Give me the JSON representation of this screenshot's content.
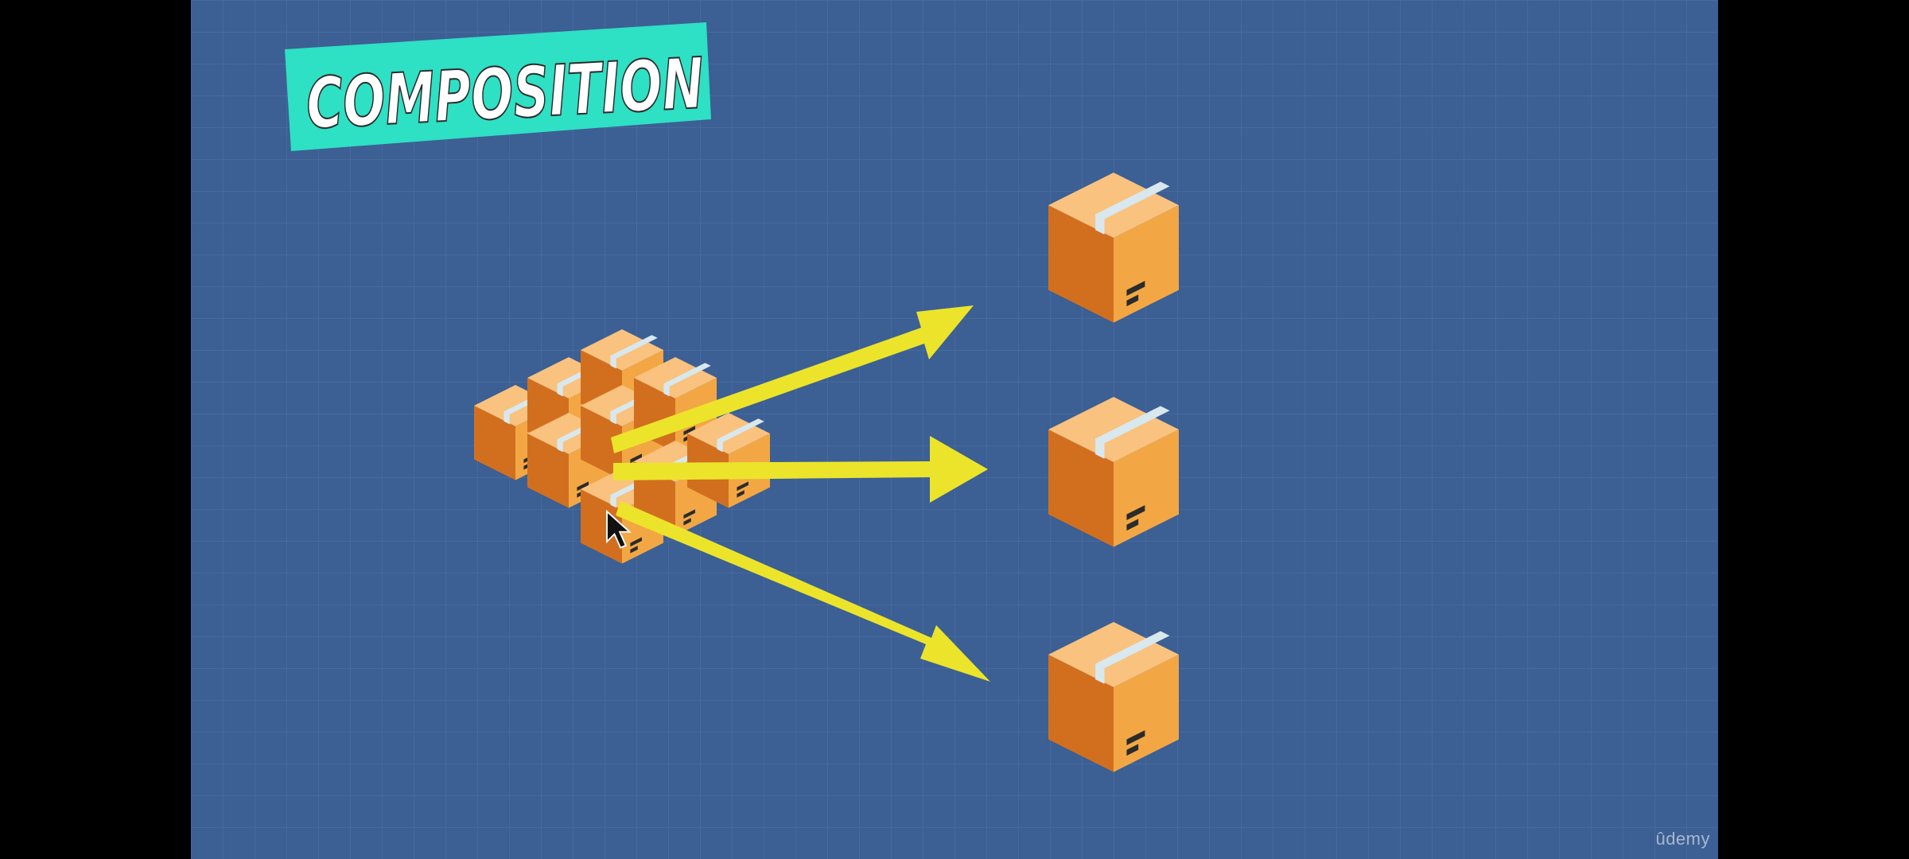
{
  "slide": {
    "title": "COMPOSITION",
    "watermark": "ûdemy"
  },
  "colors": {
    "letterbox": "#000000",
    "background": "#3c5f94",
    "grid_line": "#4a6da2",
    "title_banner": "#2ee0c4",
    "title_text": "#ffffff",
    "arrow": "#ece42a",
    "box_left_face": "#d26f1f",
    "box_right_face": "#f2a744",
    "box_top_face": "#f9c27e",
    "box_tape": "#d8e8ee",
    "box_marks": "#2b2b2b",
    "cursor": "#111111"
  },
  "icons": {
    "grouped_boxes": "box-group-icon",
    "single_box": "cardboard-box-icon",
    "arrow": "arrow-right-icon",
    "cursor": "mouse-cursor-icon"
  },
  "diagram": {
    "source_box_count": 9,
    "target_box_count": 3,
    "arrow_count": 3
  }
}
